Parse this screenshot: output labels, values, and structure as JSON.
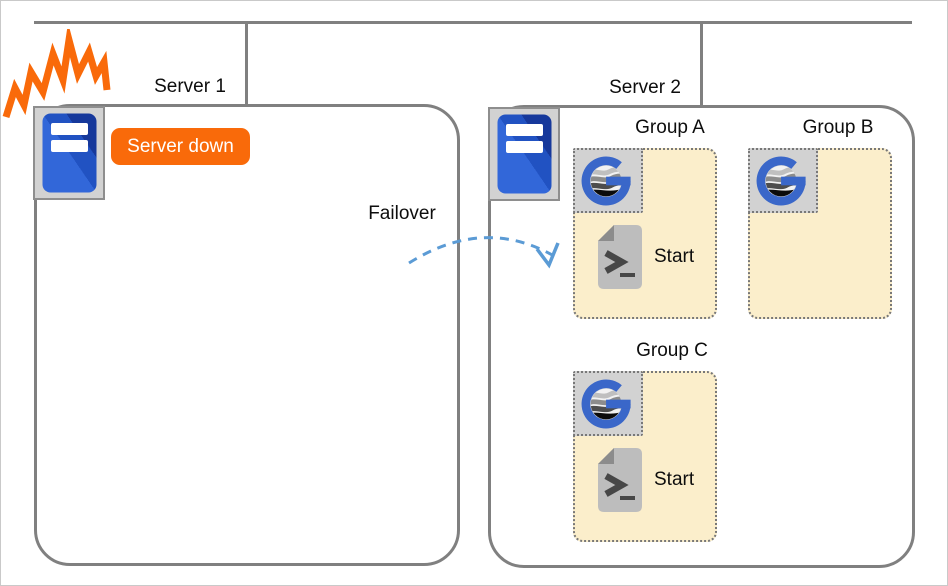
{
  "servers": [
    {
      "name": "Server 1",
      "status_badge": "Server down"
    },
    {
      "name": "Server 2"
    }
  ],
  "failover_label": "Failover",
  "groups": [
    {
      "name": "Group A",
      "start_label": "Start"
    },
    {
      "name": "Group B"
    },
    {
      "name": "Group C",
      "start_label": "Start"
    }
  ],
  "icons": {
    "server": "server-tower-icon",
    "crash": "crash-burst-icon",
    "group_logo": "g-globe-app-icon",
    "start_script": "shell-script-icon"
  },
  "colors": {
    "line_gray": "#808080",
    "alert_orange": "#f96a0a",
    "group_fill_cream": "#fbeecb",
    "arrow_blue": "#5b9bd5",
    "logo_blue": "#3a67c9",
    "server_blue_light": "#3267d9",
    "server_blue_dark": "#16389b"
  }
}
